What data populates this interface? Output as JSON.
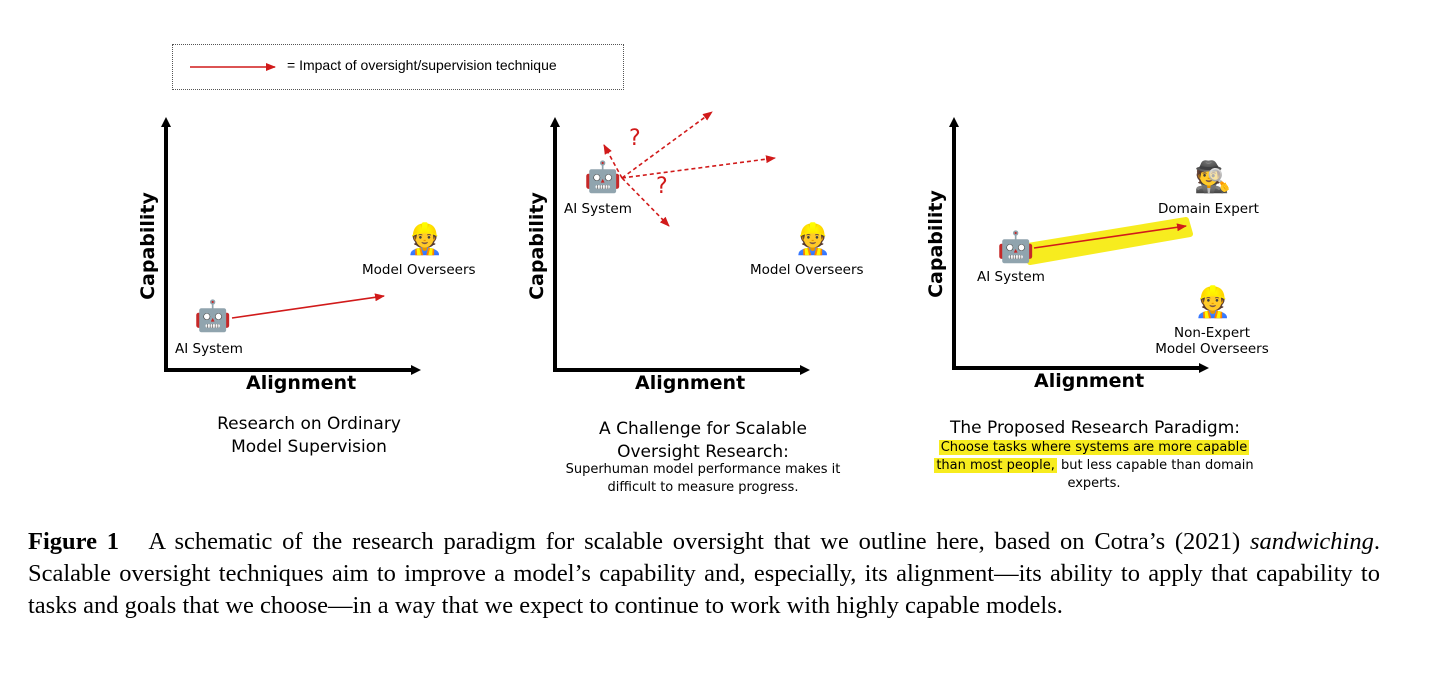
{
  "legend": {
    "text": "= Impact of oversight/supervision technique"
  },
  "panels": [
    {
      "x_axis": "Alignment",
      "y_axis": "Capability",
      "ai_label": "AI System",
      "overseer_label": "Model Overseers",
      "title_line1": "Research on Ordinary",
      "title_line2": "Model Supervision"
    },
    {
      "x_axis": "Alignment",
      "y_axis": "Capability",
      "ai_label": "AI System",
      "overseer_label": "Model Overseers",
      "question_mark_1": "?",
      "question_mark_2": "?",
      "title_line1": "A Challenge for Scalable",
      "title_line2": "Oversight Research:",
      "sub_line1": "Superhuman model performance makes it",
      "sub_line2": "difficult to measure progress."
    },
    {
      "x_axis": "Alignment",
      "y_axis": "Capability",
      "ai_label": "AI System",
      "expert_label": "Domain Expert",
      "nonexpert_label_line1": "Non-Expert",
      "nonexpert_label_line2": "Model Overseers",
      "title": "The Proposed Research Paradigm:",
      "sub_hl1": "Choose tasks where systems are more capable",
      "sub_hl2": "than most people,",
      "sub_rest2": " but less capable than domain",
      "sub_line3": "experts."
    }
  ],
  "icons": {
    "robot": "robot-icon",
    "worker": "construction-worker-icon",
    "detective": "detective-icon"
  },
  "colors": {
    "arrow": "#d11a1a",
    "highlight": "#f7ec1f"
  },
  "caption": {
    "label": "Figure 1",
    "text_part1": "A schematic of the research paradigm for scalable oversight that we outline here, based on Cotra’s (2021)",
    "italic": "sandwiching",
    "text_part2": ". Scalable oversight techniques aim to improve a model’s capability and, especially, its alignment—its ability to apply that capability to tasks and goals that we choose—in a way that we expect to continue to work with highly capable models."
  }
}
